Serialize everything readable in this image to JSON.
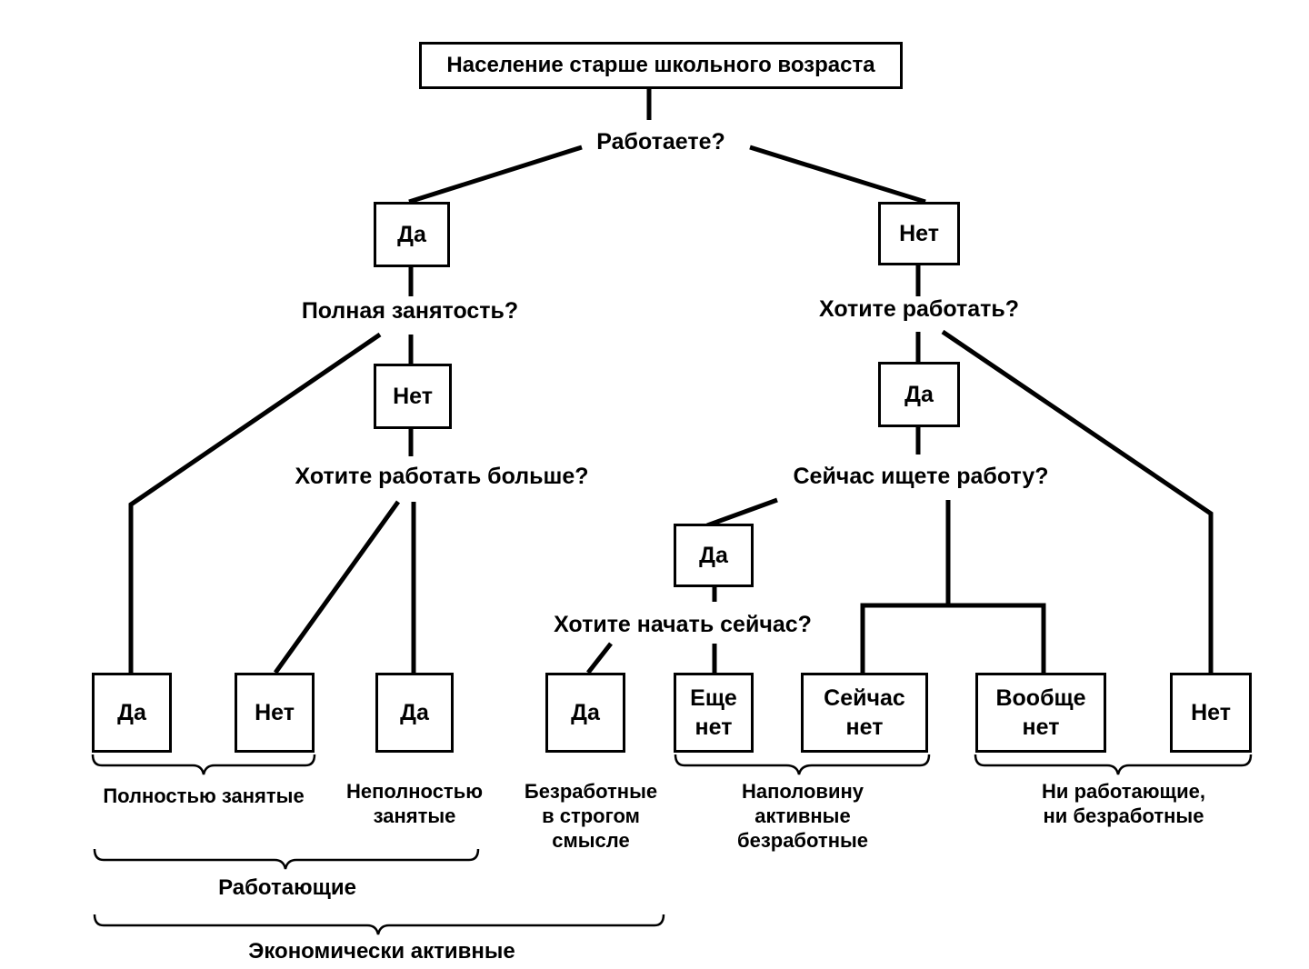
{
  "root": "Население старше школьного возраста",
  "questions": {
    "working": "Работаете?",
    "full_time": "Полная занятость?",
    "want_more": "Хотите работать больше?",
    "want_work": "Хотите работать?",
    "searching": "Сейчас ищете работу?",
    "start_now": "Хотите начать сейчас?"
  },
  "answers": {
    "working_yes": "Да",
    "working_no": "Нет",
    "fulltime_no": "Нет",
    "wantwork_yes": "Да",
    "searching_yes": "Да",
    "leaf_fulltime_yes": "Да",
    "leaf_wantmore_no": "Нет",
    "leaf_wantmore_yes": "Да",
    "leaf_startnow_yes": "Да",
    "leaf_startnow_notyet": [
      "Еще",
      "нет"
    ],
    "leaf_notnow": [
      "Сейчас",
      "нет"
    ],
    "leaf_notatall": [
      "Вообще",
      "нет"
    ],
    "leaf_wantwork_no": "Нет"
  },
  "groups": {
    "fully_employed": "Полностью занятые",
    "underemployed": [
      "Неполностью",
      "занятые"
    ],
    "strict_unemployed": [
      "Безработные",
      "в строгом",
      "смысле"
    ],
    "half_active": [
      "Наполовину",
      "активные",
      "безработные"
    ],
    "neither": [
      "Ни работающие,",
      "ни безработные"
    ],
    "employed": "Работающие",
    "economically_active": "Экономически активные"
  }
}
